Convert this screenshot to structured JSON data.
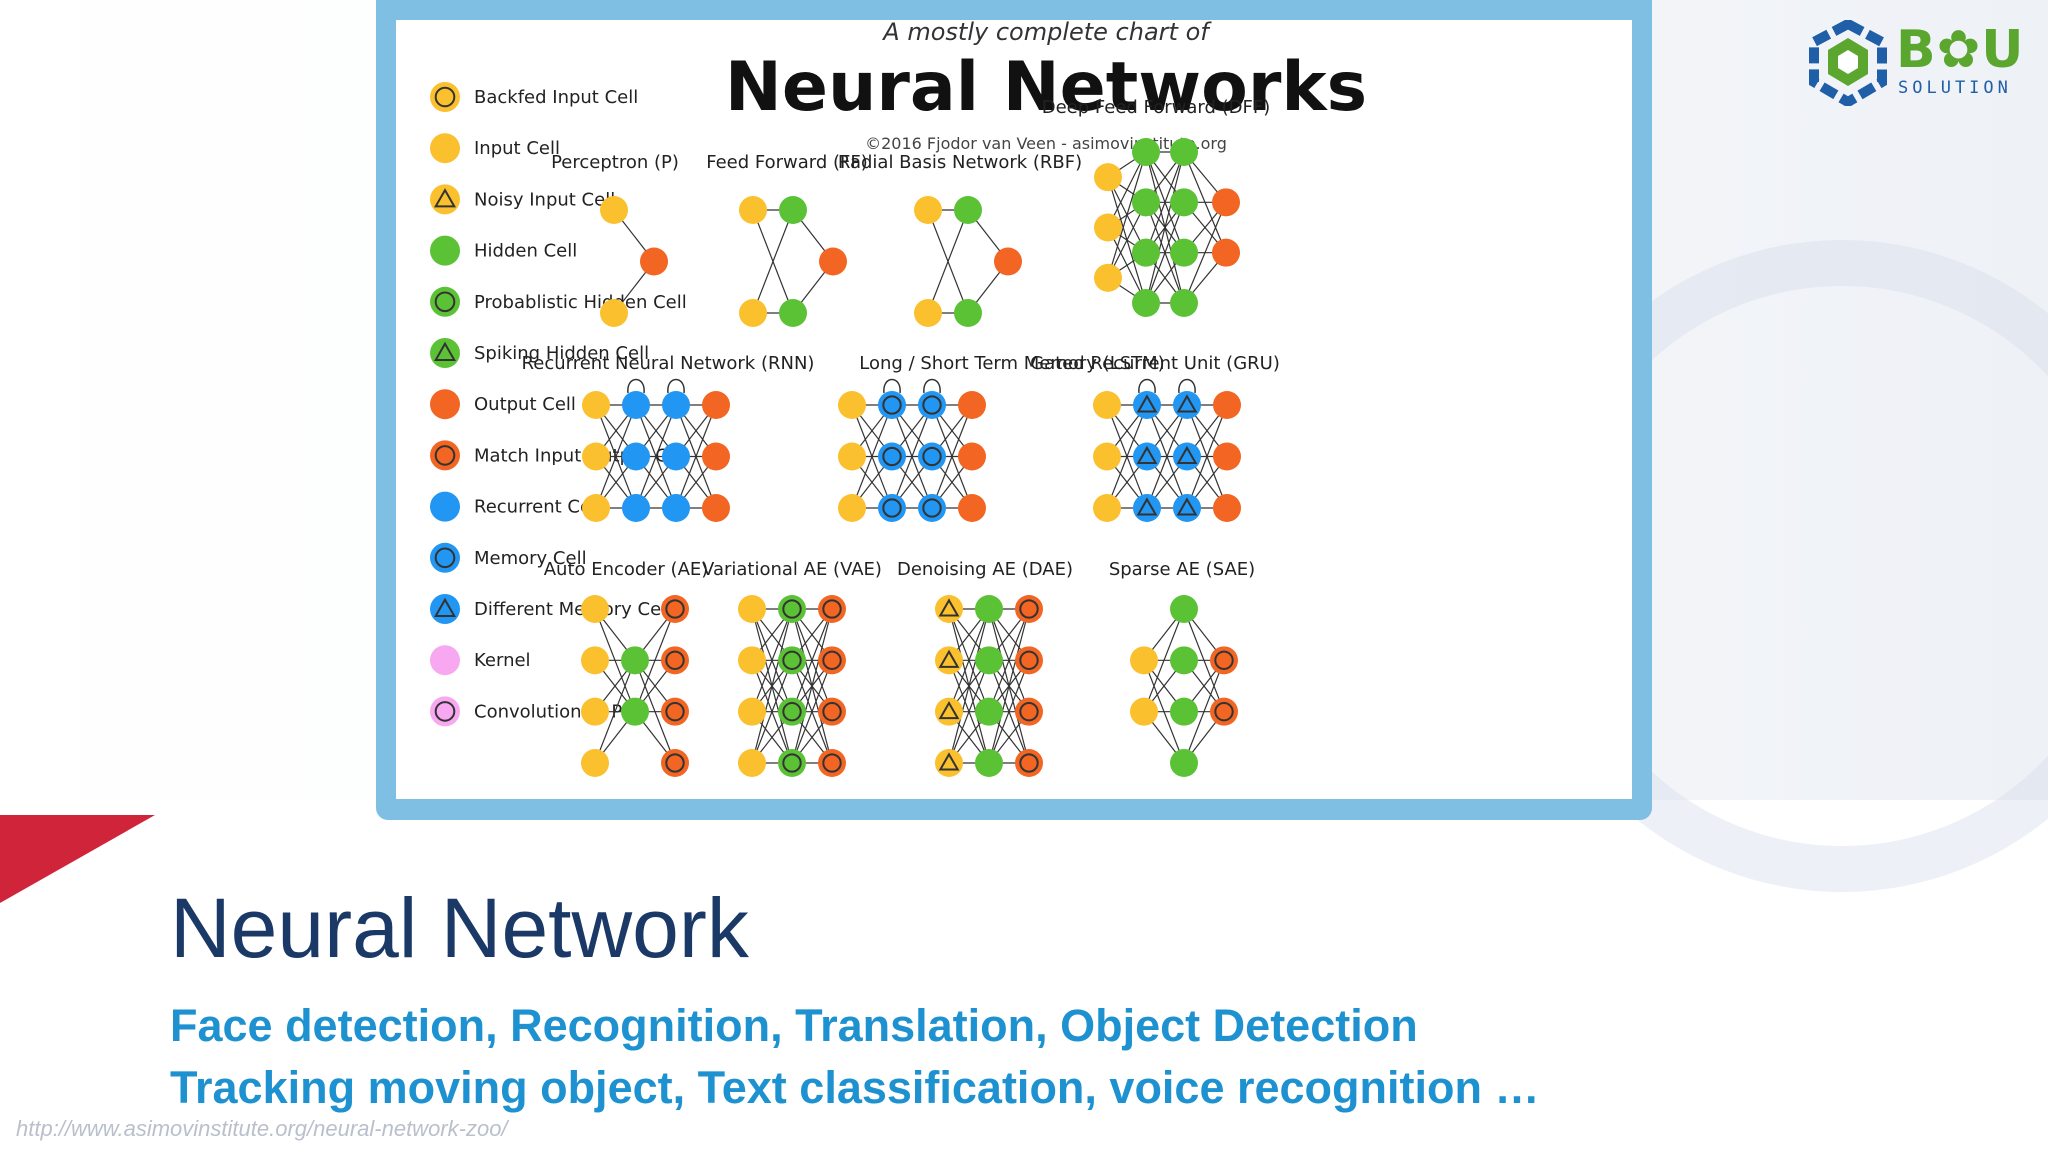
{
  "slide": {
    "title": "Neural Network",
    "subtitle_line1": "Face detection, Recognition, Translation, Object Detection",
    "subtitle_line2": "Tracking moving object, Text classification, voice recognition …",
    "source_url": "http://www.asimovinstitute.org/neural-network-zoo/"
  },
  "logo": {
    "text": "B✿U",
    "subtitle": "SOLUTION",
    "colors": {
      "green": "#5aa62e",
      "blue": "#1f5fa8"
    }
  },
  "figure": {
    "top_line": "A mostly complete chart of",
    "title": "Neural Networks",
    "credit": "©2016 Fjodor van Veen - asimovinstitute.org",
    "legend": [
      {
        "label": "Backfed Input Cell",
        "cell": "yellow-ring"
      },
      {
        "label": "Input Cell",
        "cell": "yellow"
      },
      {
        "label": "Noisy Input Cell",
        "cell": "yellow-triangle"
      },
      {
        "label": "Hidden Cell",
        "cell": "green"
      },
      {
        "label": "Probablistic Hidden Cell",
        "cell": "green-ring"
      },
      {
        "label": "Spiking Hidden Cell",
        "cell": "green-triangle"
      },
      {
        "label": "Output Cell",
        "cell": "orange"
      },
      {
        "label": "Match Input Output Cell",
        "cell": "orange-ring"
      },
      {
        "label": "Recurrent Cell",
        "cell": "blue"
      },
      {
        "label": "Memory Cell",
        "cell": "blue-ring"
      },
      {
        "label": "Different Memory Cell",
        "cell": "blue-triangle"
      },
      {
        "label": "Kernel",
        "cell": "pink"
      },
      {
        "label": "Convolution or Pool",
        "cell": "pink-ring"
      }
    ],
    "networks": [
      {
        "name": "Perceptron (P)",
        "layers": [
          [
            "yellow",
            "yellow"
          ],
          [
            "orange"
          ]
        ]
      },
      {
        "name": "Feed Forward (FF)",
        "layers": [
          [
            "yellow",
            "yellow"
          ],
          [
            "green",
            "green"
          ],
          [
            "orange"
          ]
        ]
      },
      {
        "name": "Radial Basis Network (RBF)",
        "layers": [
          [
            "yellow",
            "yellow"
          ],
          [
            "green",
            "green"
          ],
          [
            "orange"
          ]
        ]
      },
      {
        "name": "Deep Feed Forward (DFF)",
        "layers": [
          [
            "yellow",
            "yellow",
            "yellow"
          ],
          [
            "green",
            "green",
            "green",
            "green"
          ],
          [
            "green",
            "green",
            "green",
            "green"
          ],
          [
            "orange",
            "orange"
          ]
        ]
      },
      {
        "name": "Recurrent Neural Network (RNN)",
        "layers": [
          [
            "yellow",
            "yellow",
            "yellow"
          ],
          [
            "blue",
            "blue",
            "blue"
          ],
          [
            "blue",
            "blue",
            "blue"
          ],
          [
            "orange",
            "orange",
            "orange"
          ]
        ]
      },
      {
        "name": "Long / Short Term Memory (LSTM)",
        "layers": [
          [
            "yellow",
            "yellow",
            "yellow"
          ],
          [
            "blue-ring",
            "blue-ring",
            "blue-ring"
          ],
          [
            "blue-ring",
            "blue-ring",
            "blue-ring"
          ],
          [
            "orange",
            "orange",
            "orange"
          ]
        ]
      },
      {
        "name": "Gated Recurrent Unit (GRU)",
        "layers": [
          [
            "yellow",
            "yellow",
            "yellow"
          ],
          [
            "blue-triangle",
            "blue-triangle",
            "blue-triangle"
          ],
          [
            "blue-triangle",
            "blue-triangle",
            "blue-triangle"
          ],
          [
            "orange",
            "orange",
            "orange"
          ]
        ]
      },
      {
        "name": "Auto Encoder (AE)",
        "layers": [
          [
            "yellow",
            "yellow",
            "yellow",
            "yellow"
          ],
          [
            "green",
            "green"
          ],
          [
            "orange-ring",
            "orange-ring",
            "orange-ring",
            "orange-ring"
          ]
        ]
      },
      {
        "name": "Variational AE (VAE)",
        "layers": [
          [
            "yellow",
            "yellow",
            "yellow",
            "yellow"
          ],
          [
            "green-ring",
            "green-ring",
            "green-ring",
            "green-ring"
          ],
          [
            "orange-ring",
            "orange-ring",
            "orange-ring",
            "orange-ring"
          ]
        ]
      },
      {
        "name": "Denoising AE (DAE)",
        "layers": [
          [
            "yellow-triangle",
            "yellow-triangle",
            "yellow-triangle",
            "yellow-triangle"
          ],
          [
            "green",
            "green",
            "green",
            "green"
          ],
          [
            "orange-ring",
            "orange-ring",
            "orange-ring",
            "orange-ring"
          ]
        ]
      },
      {
        "name": "Sparse AE (SAE)",
        "layers": [
          [
            "yellow",
            "yellow"
          ],
          [
            "green",
            "green",
            "green",
            "green"
          ],
          [
            "orange-ring",
            "orange-ring"
          ]
        ]
      }
    ],
    "palette": {
      "yellow": "#fbc02d",
      "green": "#5bc236",
      "orange": "#f26522",
      "blue": "#2196f3",
      "pink": "#f7a8f0",
      "ring": "#333333"
    }
  }
}
